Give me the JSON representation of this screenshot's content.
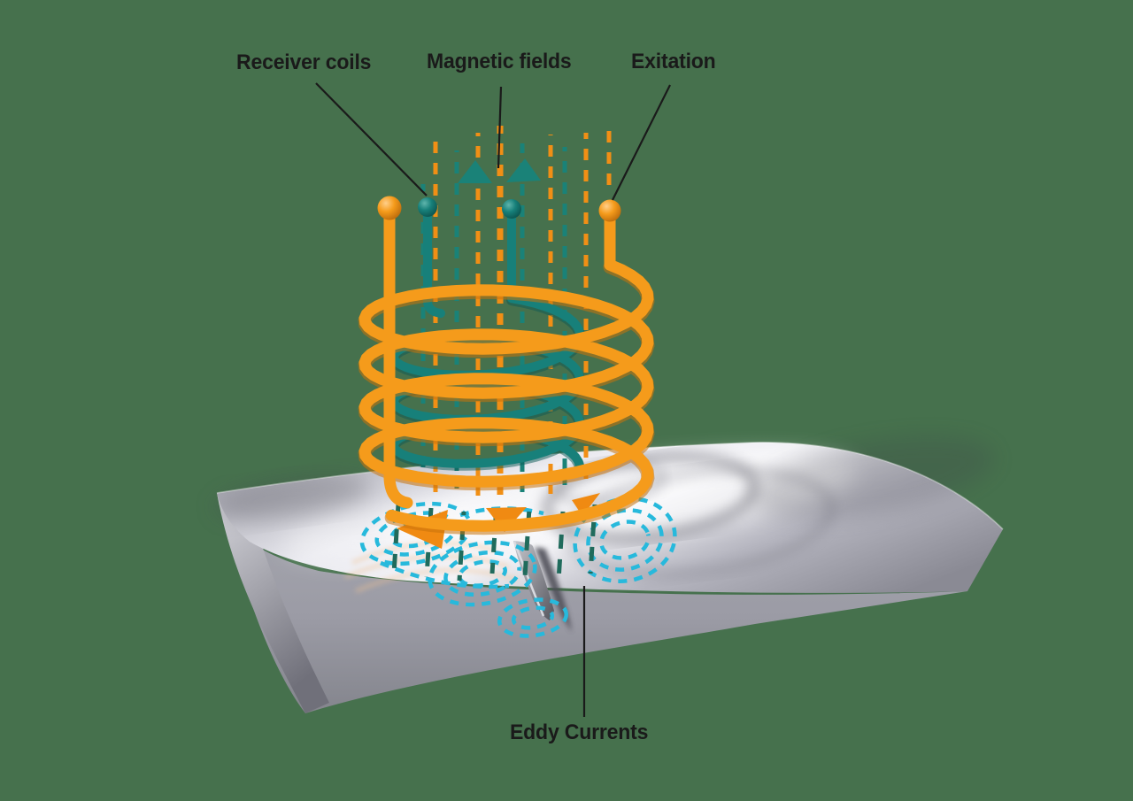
{
  "diagram": {
    "labels": {
      "receiver_coils": "Receiver coils",
      "magnetic_fields": "Magnetic fields",
      "excitation": "Exitation",
      "eddy_currents": "Eddy Currents"
    },
    "colors": {
      "background": "#46714D",
      "excitation_coil_orange": "#F59B1B",
      "excitation_coil_orange_dark": "#C9730B",
      "receiver_coil_teal": "#17807A",
      "receiver_coil_teal_dark": "#0B5A55",
      "field_dash_orange": "#F18F15",
      "field_dash_teal": "#1A8278",
      "field_dash_dark_teal": "#206B5C",
      "eddy_current_cyan": "#27B9DC",
      "arrow_orange": "#F08A12",
      "leader_line_black": "#1A1A1A",
      "label_text": "#1A1A1A",
      "metal_highlight": "#F2F2F6",
      "metal_mid": "#9B9BA5",
      "metal_shadow": "#70707A"
    }
  }
}
